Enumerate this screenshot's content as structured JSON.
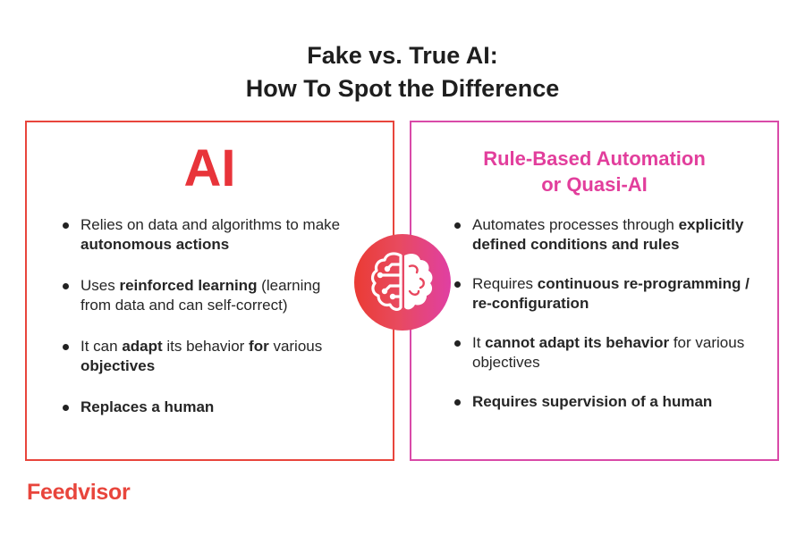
{
  "title": {
    "line1": "Fake vs. True AI:",
    "line2": "How To Spot the Difference"
  },
  "left": {
    "heading": "AI",
    "items": [
      [
        {
          "t": "Relies on data and algorithms to make ",
          "b": false
        },
        {
          "t": "autonomous actions",
          "b": true
        }
      ],
      [
        {
          "t": "Uses ",
          "b": false
        },
        {
          "t": "reinforced learning",
          "b": true
        },
        {
          "t": " (learning from data and can self-correct)",
          "b": false
        }
      ],
      [
        {
          "t": "It can ",
          "b": false
        },
        {
          "t": "adapt",
          "b": true
        },
        {
          "t": " its behavior ",
          "b": false
        },
        {
          "t": "for",
          "b": true
        },
        {
          "t": " various ",
          "b": false
        },
        {
          "t": "objectives",
          "b": true
        }
      ],
      [
        {
          "t": "Replaces a human",
          "b": true
        }
      ]
    ]
  },
  "right": {
    "heading_line1": "Rule-Based Automation",
    "heading_line2": "or Quasi-AI",
    "items": [
      [
        {
          "t": "Automates processes through ",
          "b": false
        },
        {
          "t": "explicitly defined conditions and rules",
          "b": true
        }
      ],
      [
        {
          "t": "Requires ",
          "b": false
        },
        {
          "t": "continuous re-programming / re-configuration",
          "b": true
        }
      ],
      [
        {
          "t": "It ",
          "b": false
        },
        {
          "t": "cannot adapt its behavior",
          "b": true
        },
        {
          "t": " for various objectives",
          "b": false
        }
      ],
      [
        {
          "t": "Requires supervision of a human",
          "b": true
        }
      ]
    ]
  },
  "center_icon": "brain-circuit-icon",
  "brand": "Feedvisor",
  "colors": {
    "left_accent": "#e8453c",
    "right_accent": "#e23e9c",
    "brand": "#e8453c"
  }
}
